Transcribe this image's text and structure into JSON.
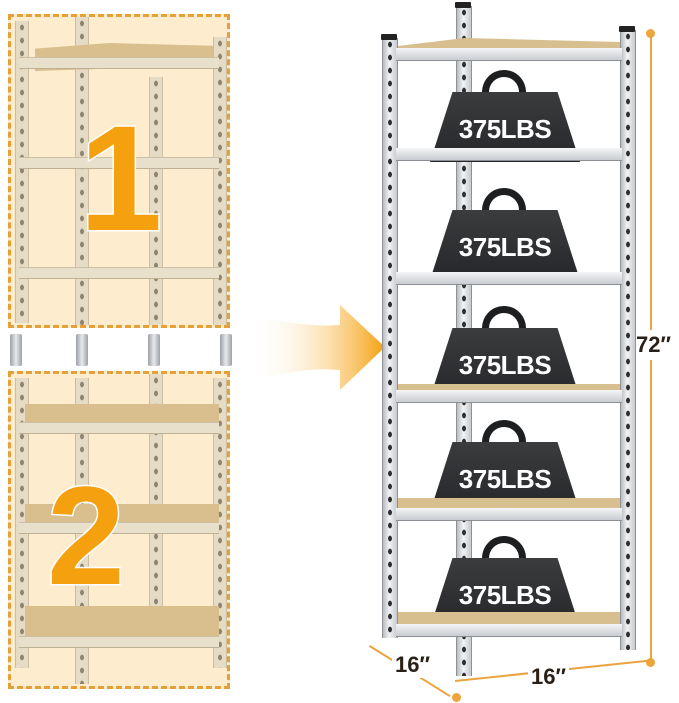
{
  "left_panel": {
    "step_1_label": "1",
    "step_2_label": "2",
    "description": "Shelving unit split into two separate units with connectors"
  },
  "arrow": {
    "icon": "arrow-right-icon",
    "color": "#f5a10f"
  },
  "right_panel": {
    "shelf_count": 5,
    "weights": [
      {
        "label": "375LBS"
      },
      {
        "label": "375LBS"
      },
      {
        "label": "375LBS"
      },
      {
        "label": "375LBS"
      },
      {
        "label": "375LBS"
      }
    ],
    "dimensions": {
      "height": "72″",
      "depth": "16″",
      "width": "16″"
    }
  },
  "colors": {
    "accent_orange": "#f5a10f",
    "dashed_border": "#e5a03a",
    "highlight_fill": "#fdeccd",
    "dimension_line": "#e9a43e",
    "weight_dark": "#2f3033",
    "dimension_text": "#2a2017"
  }
}
